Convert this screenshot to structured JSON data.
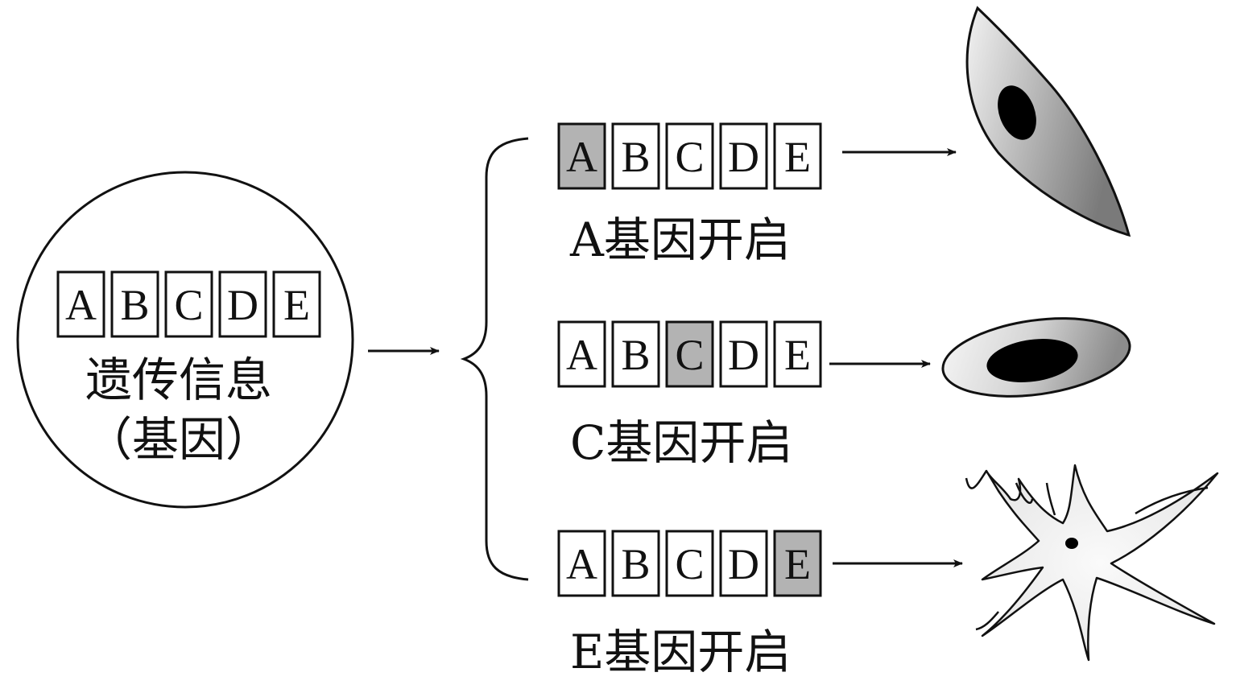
{
  "source": {
    "genes": [
      "A",
      "B",
      "C",
      "D",
      "E"
    ],
    "label_line1": "遗传信息",
    "label_line2": "（基因）"
  },
  "branches": [
    {
      "genes": [
        "A",
        "B",
        "C",
        "D",
        "E"
      ],
      "active_gene": "A",
      "label": "A基因开启",
      "cell_icon": "spindle-cell-icon"
    },
    {
      "genes": [
        "A",
        "B",
        "C",
        "D",
        "E"
      ],
      "active_gene": "C",
      "label": "C基因开启",
      "cell_icon": "oval-cell-icon"
    },
    {
      "genes": [
        "A",
        "B",
        "C",
        "D",
        "E"
      ],
      "active_gene": "E",
      "label": "E基因开启",
      "cell_icon": "neuron-cell-icon"
    }
  ],
  "colors": {
    "active_box": "#b3b3b3",
    "outline": "#111111"
  }
}
